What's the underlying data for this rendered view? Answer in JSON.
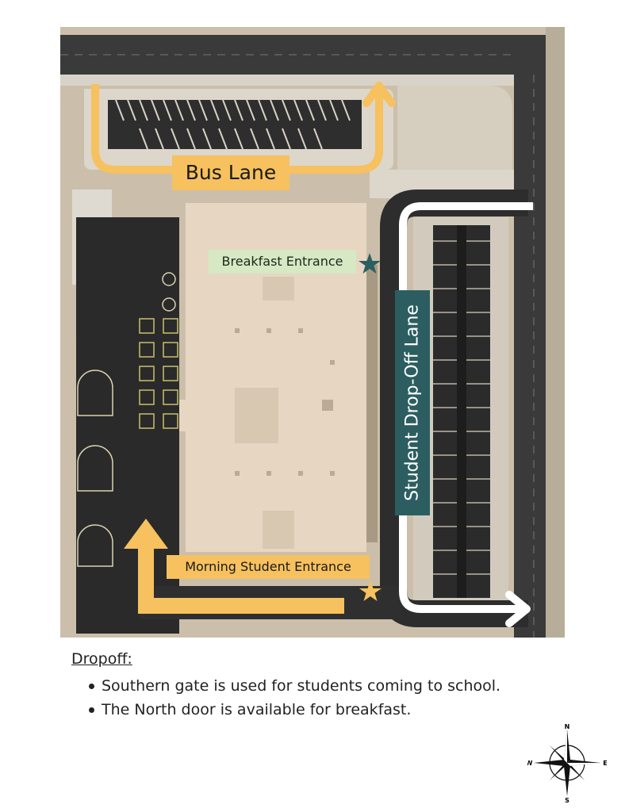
{
  "map": {
    "labels": {
      "bus_lane": "Bus Lane",
      "breakfast_entrance": "Breakfast Entrance",
      "morning_entrance": "Morning Student Entrance",
      "dropoff_lane": "Student Drop-Off Lane"
    },
    "colors": {
      "bus_route": "#f6c15e",
      "dropoff_route": "#ffffff",
      "breakfast_star": "#2c5e61",
      "morning_star": "#f6c15e",
      "dropoff_label_bg": "#2c5e61",
      "breakfast_label_bg": "#d6e8c4"
    }
  },
  "legend": {
    "title": "Dropoff:",
    "items": [
      "Southern gate is used for students coming to school.",
      "The North door is available for breakfast."
    ]
  },
  "compass": {
    "n": "N",
    "s": "S",
    "e": "E",
    "w": "W"
  }
}
